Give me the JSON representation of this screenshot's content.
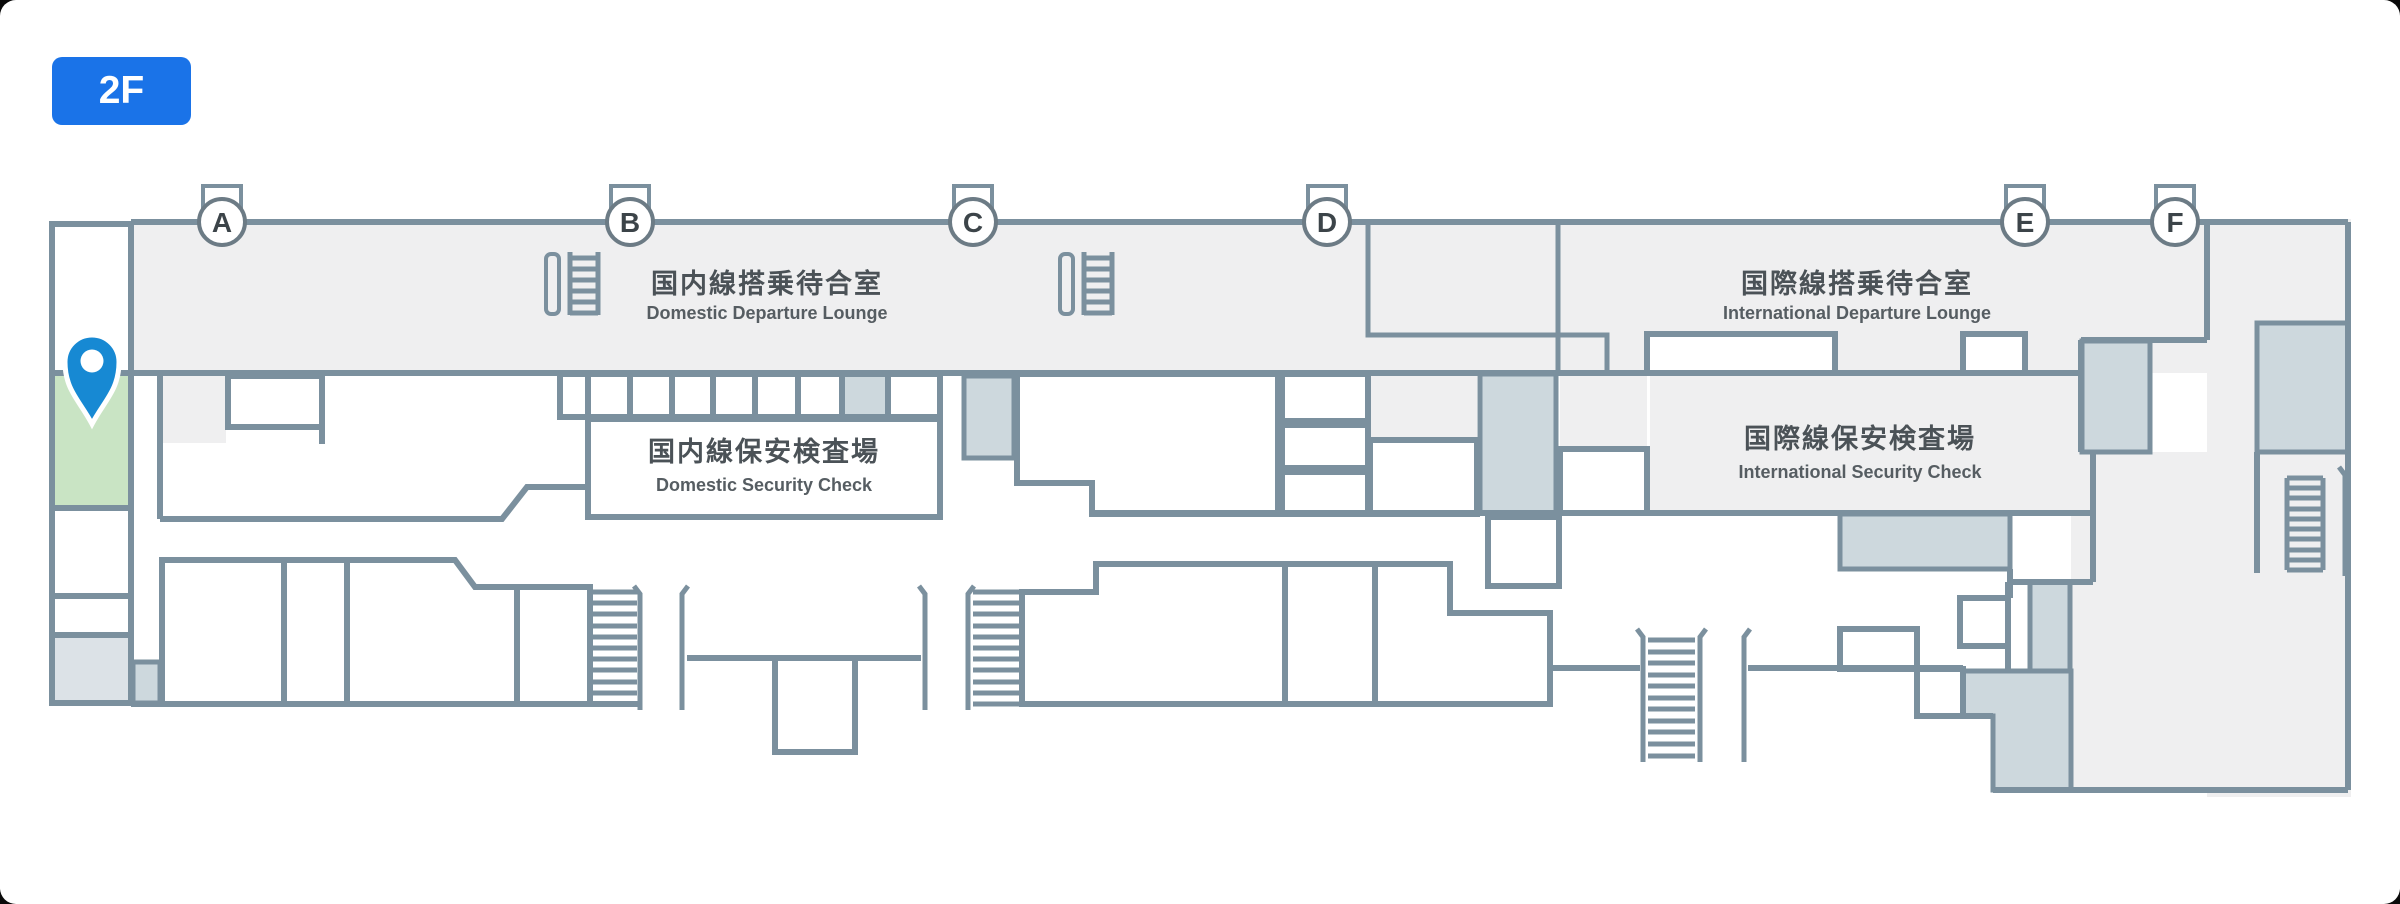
{
  "floor": {
    "label": "2F"
  },
  "gates": [
    {
      "id": "gate-a",
      "label": "A"
    },
    {
      "id": "gate-b",
      "label": "B"
    },
    {
      "id": "gate-c",
      "label": "C"
    },
    {
      "id": "gate-d",
      "label": "D"
    },
    {
      "id": "gate-e",
      "label": "E"
    },
    {
      "id": "gate-f",
      "label": "F"
    }
  ],
  "areas": {
    "domestic_departure_lounge": {
      "jp": "国内線搭乗待合室",
      "en": "Domestic Departure Lounge"
    },
    "domestic_security_check": {
      "jp": "国内線保安検査場",
      "en": "Domestic Security Check"
    },
    "international_departure_lounge": {
      "jp": "国際線搭乗待合室",
      "en": "International Departure Lounge"
    },
    "international_security_check": {
      "jp": "国際線保安検査場",
      "en": "International Security Check"
    }
  },
  "marker": {
    "type": "current-location-pin"
  },
  "icons": {
    "pin": "location-pin-icon",
    "stairs": "stairs-icon",
    "gate_badge": "gate-badge",
    "jet_bridge": "jet-bridge"
  },
  "colors": {
    "button_blue": "#1a73e8",
    "pin_blue": "#1789d3",
    "wall": "#7b909e",
    "floor_light": "#efeff0",
    "zone_gray": "#cdd8dd",
    "highlight_green": "#c9e4c4",
    "label_text": "#4b5257"
  }
}
